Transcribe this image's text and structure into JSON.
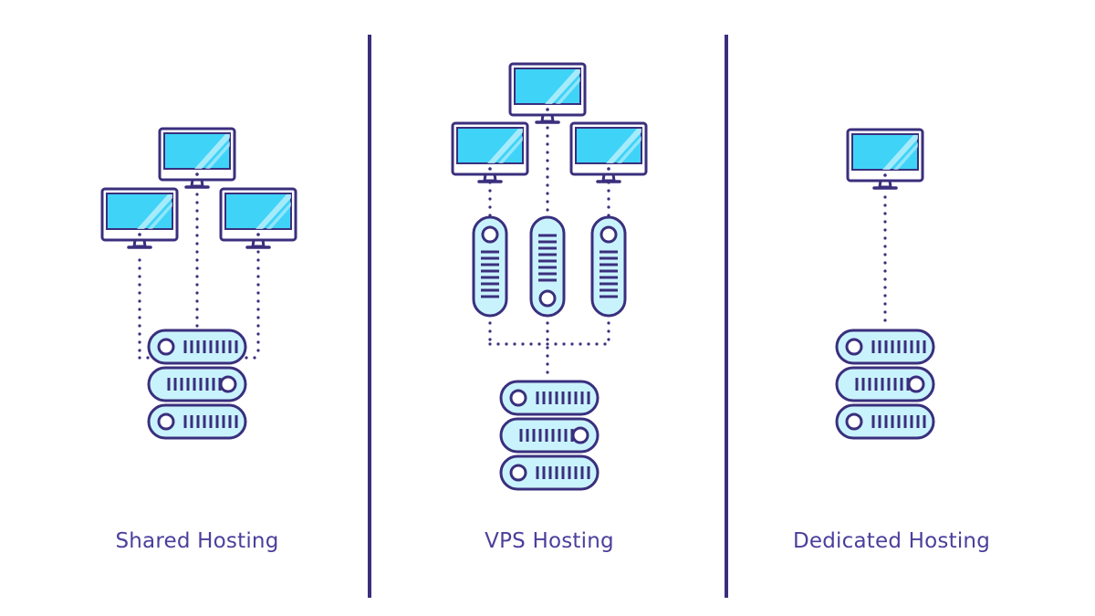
{
  "colors": {
    "outline": "#3a2f7d",
    "screen": "#3fd3f7",
    "screen_highlight": "#c8f3fd",
    "fill_light": "#c9f3fc",
    "background": "#ffffff",
    "label": "#4b3f9c",
    "divider": "#3a2f7d"
  },
  "columns": [
    {
      "id": "shared",
      "title": "Shared Hosting",
      "computers": 3,
      "virtual_servers": 0,
      "physical_servers": 1
    },
    {
      "id": "vps",
      "title": "VPS Hosting",
      "computers": 3,
      "virtual_servers": 3,
      "physical_servers": 1
    },
    {
      "id": "dedicated",
      "title": "Dedicated Hosting",
      "computers": 1,
      "virtual_servers": 0,
      "physical_servers": 1
    }
  ],
  "icons": {
    "computer": "monitor-icon",
    "physical_server": "server-rack-icon",
    "virtual_server": "virtual-server-icon"
  }
}
